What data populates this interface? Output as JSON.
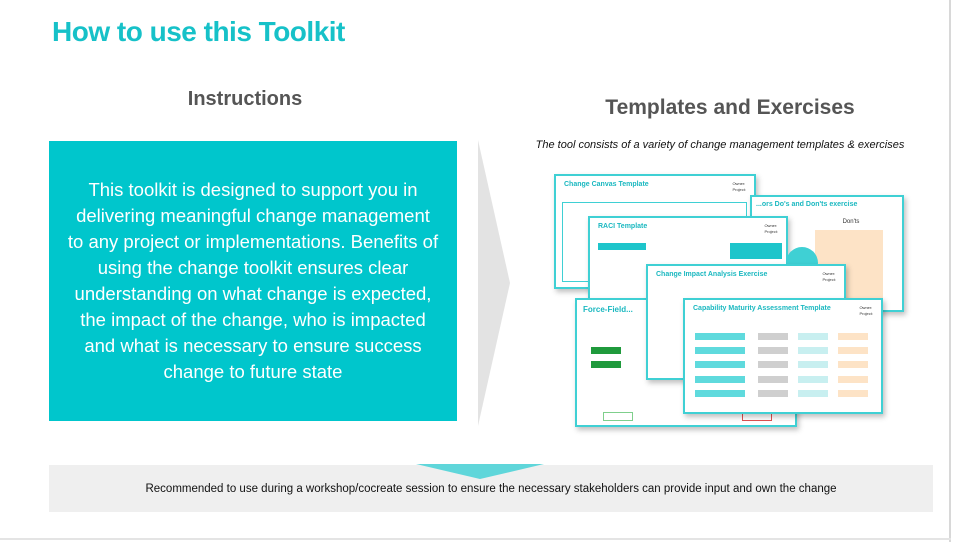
{
  "title": "How to use this Toolkit",
  "instructions": {
    "heading": "Instructions",
    "body": "This toolkit is designed to support you in delivering meaningful change management to any project or implementations. Benefits of using the change toolkit ensures clear understanding on what change is expected, the impact of the change, who is impacted and what is necessary to ensure success change to future state"
  },
  "templates": {
    "heading": "Templates and Exercises",
    "subtitle": "The tool consists of a variety of change management templates & exercises",
    "cards": [
      {
        "title": "Change Canvas Template"
      },
      {
        "title": "...ors Do's and Don'ts exercise",
        "label": "Don'ts"
      },
      {
        "title": "RACI Template"
      },
      {
        "title": "Change Impact Analysis Exercise"
      },
      {
        "title": "Force-Field..."
      },
      {
        "title": "Capability Maturity Assessment Template"
      }
    ],
    "owner_label": "Owner:",
    "project_label": "Project:"
  },
  "footer": {
    "text": "Recommended to use during a workshop/cocreate session to ensure the necessary stakeholders can provide input and own the change"
  },
  "colors": {
    "accent": "#00c6cc",
    "title": "#16c1c8",
    "heading": "#555555",
    "band": "#efefef"
  }
}
